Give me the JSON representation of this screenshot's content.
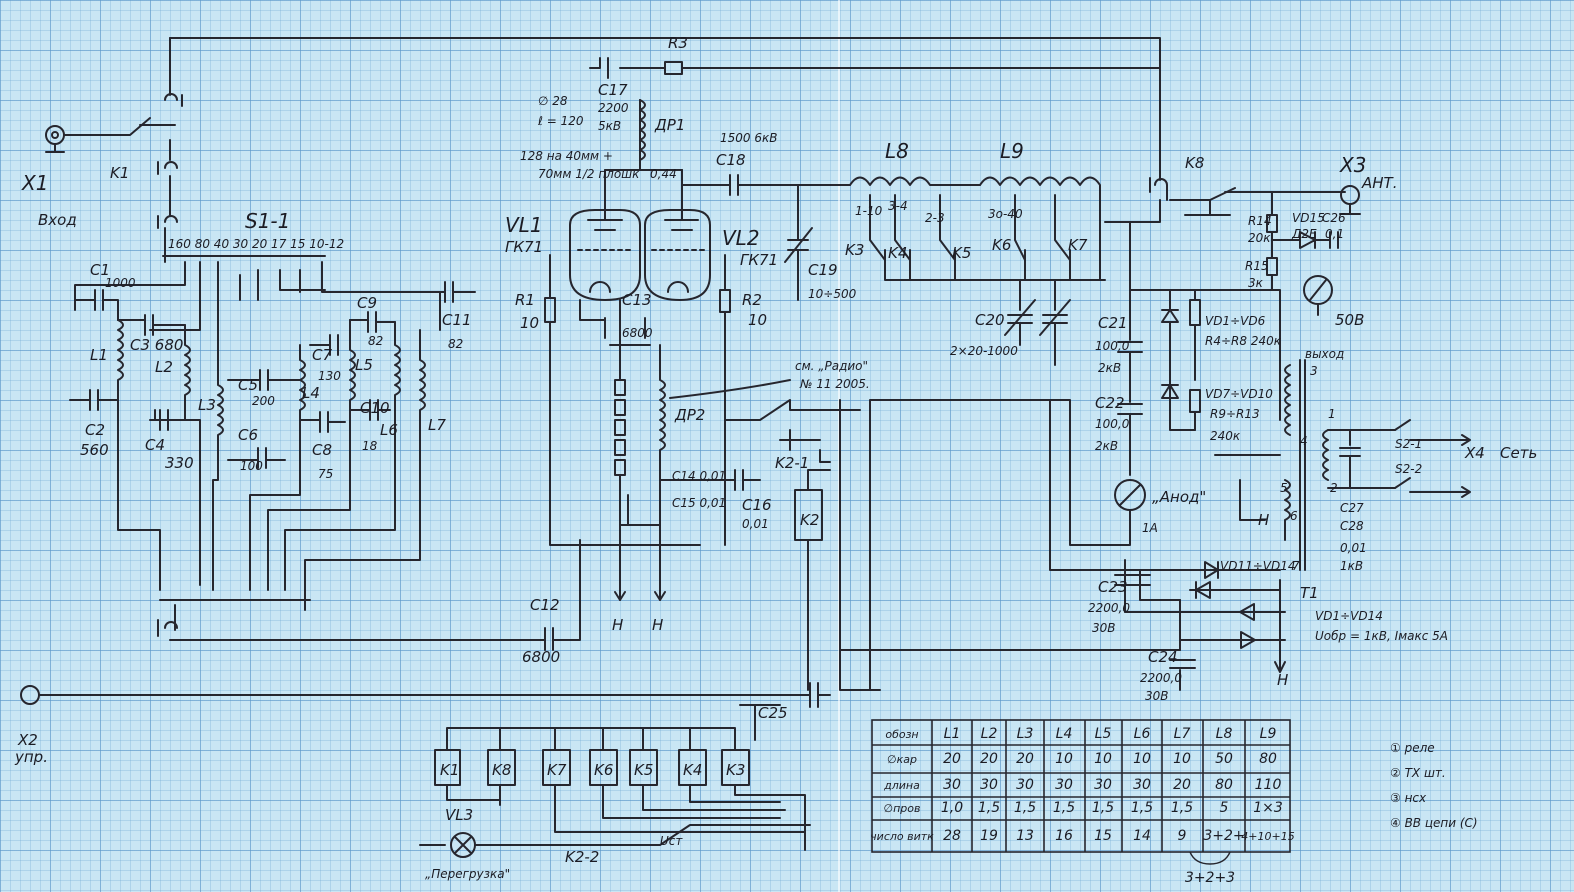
{
  "connectors": {
    "x1": {
      "name": "X1",
      "label": "Вход"
    },
    "x2": {
      "name": "X2",
      "label": "упр."
    },
    "x3": {
      "name": "X3",
      "label": "АНТ."
    },
    "x4": {
      "name": "X4",
      "label": "Сеть"
    }
  },
  "relays": {
    "k1": "K1",
    "k2_1": "K2-1",
    "k2_2": "K2-2",
    "k2": "K2",
    "k3": "K3",
    "k4": "K4",
    "k5": "K5",
    "k6": "K6",
    "k7": "K7",
    "k8": "K8"
  },
  "switch": {
    "name": "S1-1",
    "positions": "160 80  40 30  20  17  15  10-12",
    "s2_1": "S2-1",
    "s2_2": "S2-2"
  },
  "tubes": {
    "vl1": {
      "name": "VL1",
      "type": "ГК71"
    },
    "vl2": {
      "name": "VL2",
      "type": "ГК71"
    },
    "vl3": {
      "name": "VL3",
      "label": "„Перегрузка\""
    }
  },
  "resistors": {
    "r1": {
      "name": "R1",
      "value": "10"
    },
    "r2": {
      "name": "R2",
      "value": "10"
    },
    "r3": "R3",
    "r14": {
      "name": "R14",
      "value": "20к"
    },
    "r15": {
      "name": "R15",
      "value": "3к"
    },
    "r4_8": "R4÷R8 240к",
    "r9_13": "R9÷R13",
    "r9_13_value": "240к"
  },
  "capacitors": {
    "c1": {
      "name": "C1",
      "value": "1000"
    },
    "c2": {
      "name": "C2",
      "value": "560"
    },
    "c3": "C3 680",
    "c4": {
      "name": "C4",
      "value": "330"
    },
    "c5": {
      "name": "C5",
      "value": "200"
    },
    "c6": {
      "name": "C6",
      "value": "100"
    },
    "c7": {
      "name": "C7",
      "value": "130"
    },
    "c8": {
      "name": "C8",
      "value": "75"
    },
    "c9": {
      "name": "C9",
      "value": "82"
    },
    "c10": {
      "name": "C10",
      "value": "18"
    },
    "c11": {
      "name": "C11",
      "value": "82"
    },
    "c12": {
      "name": "C12",
      "value": "6800"
    },
    "c13": {
      "name": "C13",
      "value": "6800"
    },
    "c14": "C14 0,01",
    "c15": "C15 0,01",
    "c16": {
      "name": "C16",
      "value": "0,01"
    },
    "c17": {
      "name": "C17",
      "value": "2200",
      "voltage": "5кВ"
    },
    "c18": {
      "name": "C18",
      "value": "1500 6кВ"
    },
    "c19": {
      "name": "C19",
      "value": "10÷500"
    },
    "c20": {
      "name": "C20",
      "value": "2×20-1000"
    },
    "c21": {
      "name": "C21",
      "value": "100,0",
      "voltage": "2кВ"
    },
    "c22": {
      "name": "C22",
      "value": "100,0",
      "voltage": "2кВ"
    },
    "c23": {
      "name": "C23",
      "value": "2200,0",
      "voltage": "30В"
    },
    "c24": {
      "name": "C24",
      "value": "2200,0",
      "voltage": "30В"
    },
    "c25": "C25",
    "c26": {
      "name": "C26",
      "value": "0,1"
    },
    "c27_28": {
      "name1": "C27",
      "name2": "C28",
      "value": "0,01",
      "voltage": "1кВ"
    }
  },
  "inductors": {
    "l1": "L1",
    "l2": "L2",
    "l3": "L3",
    "l4": "L4",
    "l5": "L5",
    "l6": "L6",
    "l7": "L7",
    "l8": "L8",
    "l9": "L9",
    "dr1": "ДР1",
    "dr2": "ДР2",
    "dr1_spec": [
      "∅ 28",
      "ℓ = 120",
      "128 на 40мм +",
      "70мм 1/2 плошк",
      "0,44"
    ],
    "l8_taps": [
      "1-10",
      "3-4",
      "2-3"
    ],
    "l9_taps": [
      "3о-40"
    ]
  },
  "semis": {
    "vd15": "VD15",
    "vd15_type": "Д2Е",
    "vd1_6": "VD1÷VD6",
    "vd7_10": "VD7÷VD10",
    "vd11_14": "VD11÷VD14",
    "vd_note1": "VD1÷VD14",
    "vd_note2": "Uобр = 1кВ, Iмакс 5А"
  },
  "meters": {
    "pa1": {
      "value": "1А",
      "label": "„Анод\""
    },
    "pv1": {
      "value": "50В"
    }
  },
  "transformer": {
    "name": "T1",
    "out_label": "выход",
    "pins": [
      "1",
      "2",
      "3",
      "4",
      "5",
      "6",
      "7"
    ],
    "heater": "Н"
  },
  "notes": {
    "ref": "см. „Радио\"",
    "ref2": "№ 11 2005.",
    "wire_id": "Uст"
  },
  "coil_table": {
    "row_labels": [
      "обозн",
      "∅кар",
      "длина",
      "∅пров",
      "число витк"
    ],
    "columns": [
      "L1",
      "L2",
      "L3",
      "L4",
      "L5",
      "L6",
      "L7",
      "L8",
      "L9"
    ],
    "rows": [
      [
        "20",
        "20",
        "20",
        "10",
        "10",
        "10",
        "10",
        "50",
        "80"
      ],
      [
        "30",
        "30",
        "30",
        "30",
        "30",
        "30",
        "20",
        "80",
        "110"
      ],
      [
        "1,0",
        "1,5",
        "1,5",
        "1,5",
        "1,5",
        "1,5",
        "1,5",
        "5",
        "1×3"
      ],
      [
        "28",
        "19",
        "13",
        "16",
        "15",
        "14",
        "9",
        "3+2+",
        "4+10+15"
      ]
    ],
    "sub_note": "3+2+3"
  },
  "legend": {
    "items": [
      "① реле",
      "② ТХ шт.",
      "③ нсх",
      "④ ВВ цепи (С)"
    ]
  }
}
